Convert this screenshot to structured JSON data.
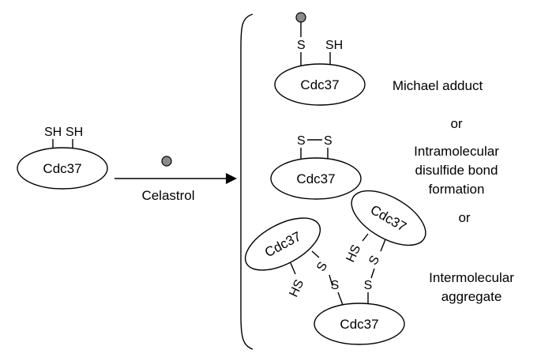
{
  "diagram": {
    "left_protein": {
      "label": "Cdc37",
      "groups": [
        "SH",
        "SH"
      ]
    },
    "arrow": {
      "reagent_label": "Celastrol",
      "reagent_symbol": "grey-ball"
    },
    "products": [
      {
        "label": "Cdc37",
        "groups": [
          "S",
          "SH"
        ],
        "caption": "Michael adduct"
      },
      {
        "label": "Cdc37",
        "groups": [
          "S",
          "S"
        ],
        "caption_lines": [
          "Intramolecular",
          "disulfide bond",
          "formation"
        ]
      },
      {
        "proteins": [
          "Cdc37",
          "Cdc37",
          "Cdc37"
        ],
        "groups": [
          "HS",
          "S",
          "S",
          "HS",
          "S",
          "S"
        ],
        "caption_lines": [
          "Intermolecular",
          "aggregate"
        ]
      }
    ],
    "separators": [
      "or",
      "or"
    ]
  },
  "colors": {
    "ball_fill": "#8a8a8a",
    "stroke": "#000000",
    "background": "#ffffff"
  }
}
